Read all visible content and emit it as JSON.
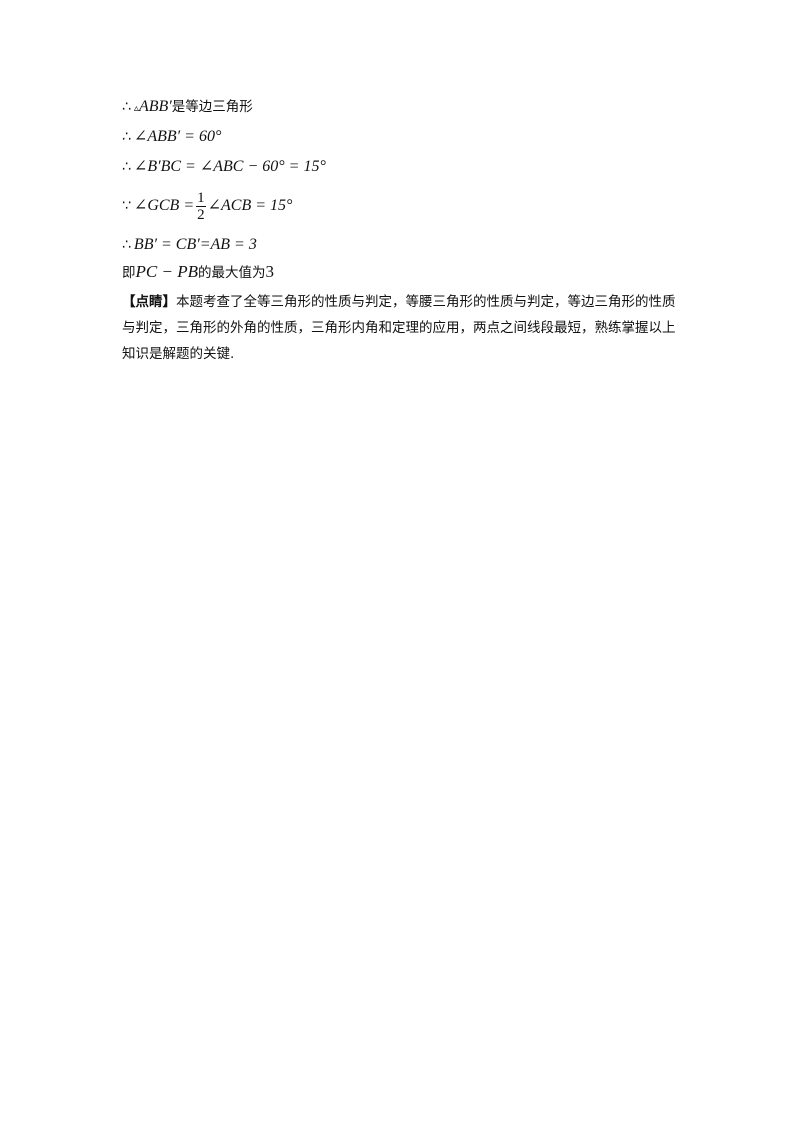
{
  "lines": {
    "l1": {
      "sym": "∴",
      "tri": "▵",
      "expr": "ABB′",
      "text": "是等边三角形"
    },
    "l2": {
      "sym": "∴",
      "expr": "∠ABB′ = 60°"
    },
    "l3": {
      "sym": "∴",
      "expr": "∠B′BC = ∠ABC − 60° = 15°"
    },
    "l4": {
      "sym": "∵",
      "expr_a": "∠GCB =",
      "frac_num": "1",
      "frac_den": "2",
      "expr_b": "∠ACB = 15°"
    },
    "l5": {
      "sym": "∴",
      "expr": "BB′ = CB′=AB = 3"
    },
    "l6": {
      "prefix": "即",
      "expr": "PC − PB",
      "text": "的最大值为",
      "value": "3"
    }
  },
  "note": {
    "label": "【点睛】",
    "text": "本题考查了全等三角形的性质与判定，等腰三角形的性质与判定，等边三角形的性质与判定，三角形的外角的性质，三角形内角和定理的应用，两点之间线段最短，熟练掌握以上知识是解题的关键."
  }
}
